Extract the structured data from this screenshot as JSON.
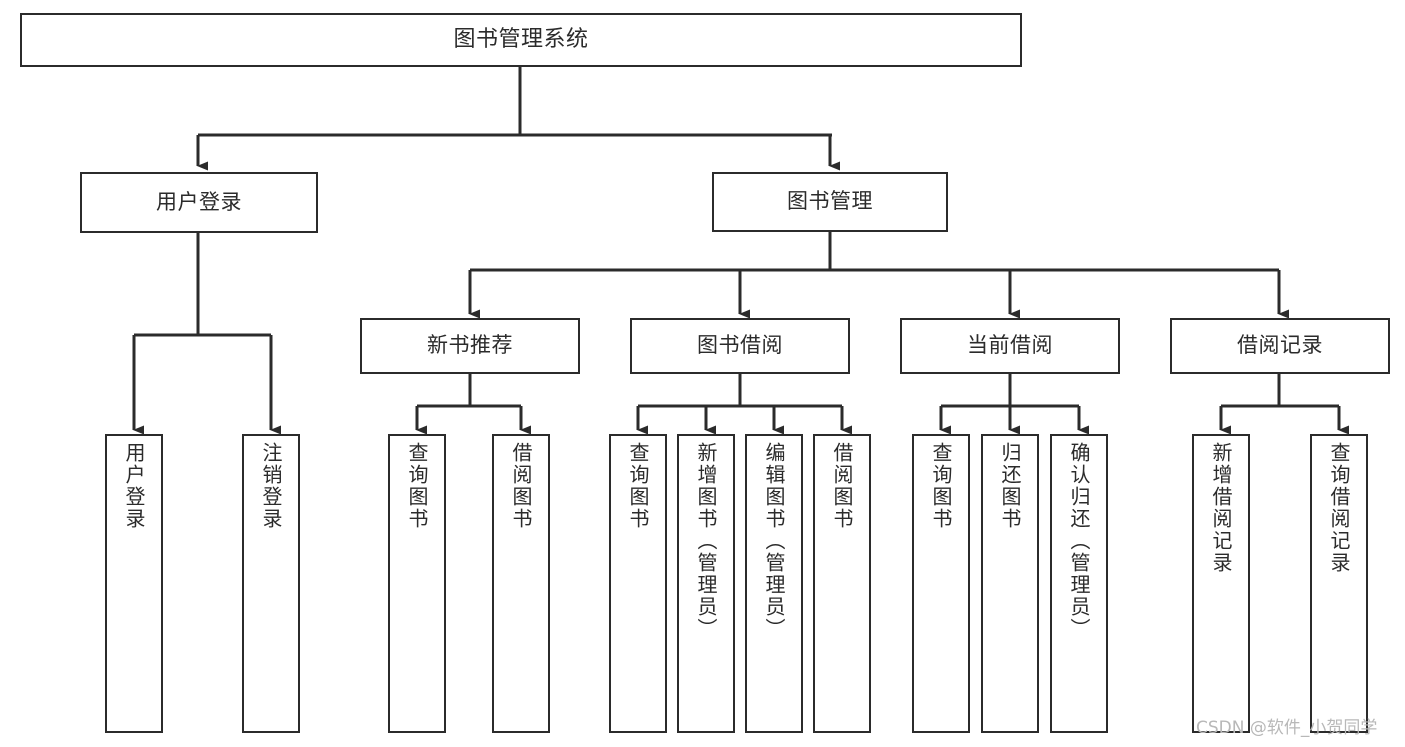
{
  "diagram": {
    "title": "图书管理系统",
    "type": "hierarchy-tree",
    "colors": {
      "stroke": "#2b2b2b",
      "fill": "#ffffff",
      "text": "#2b2b2b",
      "watermark": "#b8b8b8"
    },
    "watermark": "CSDN @软件_小贺同学",
    "nodes": {
      "root": {
        "label": "图书管理系统",
        "level": 1
      },
      "user_login": {
        "label": "用户登录",
        "level": 2
      },
      "book_manage": {
        "label": "图书管理",
        "level": 2
      },
      "new_book_rec": {
        "label": "新书推荐",
        "level": 3
      },
      "book_borrow": {
        "label": "图书借阅",
        "level": 3
      },
      "current_borrow": {
        "label": "当前借阅",
        "level": 3
      },
      "borrow_record": {
        "label": "借阅记录",
        "level": 3
      },
      "leaf_user_login": {
        "label": "用户登录",
        "level": 4
      },
      "leaf_logout": {
        "label": "注销登录",
        "level": 4
      },
      "leaf_query_book_a": {
        "label": "查询图书",
        "level": 4
      },
      "leaf_borrow_book_a": {
        "label": "借阅图书",
        "level": 4
      },
      "leaf_query_book_b": {
        "label": "查询图书",
        "level": 4
      },
      "leaf_add_book": {
        "label": "新增图书（管理员）",
        "level": 4
      },
      "leaf_edit_book": {
        "label": "编辑图书（管理员）",
        "level": 4
      },
      "leaf_borrow_book_b": {
        "label": "借阅图书",
        "level": 4
      },
      "leaf_query_book_c": {
        "label": "查询图书",
        "level": 4
      },
      "leaf_return_book": {
        "label": "归还图书",
        "level": 4
      },
      "leaf_confirm_return": {
        "label": "确认归还（管理员）",
        "level": 4
      },
      "leaf_add_record": {
        "label": "新增借阅记录",
        "level": 4
      },
      "leaf_query_record": {
        "label": "查询借阅记录",
        "level": 4
      }
    }
  }
}
